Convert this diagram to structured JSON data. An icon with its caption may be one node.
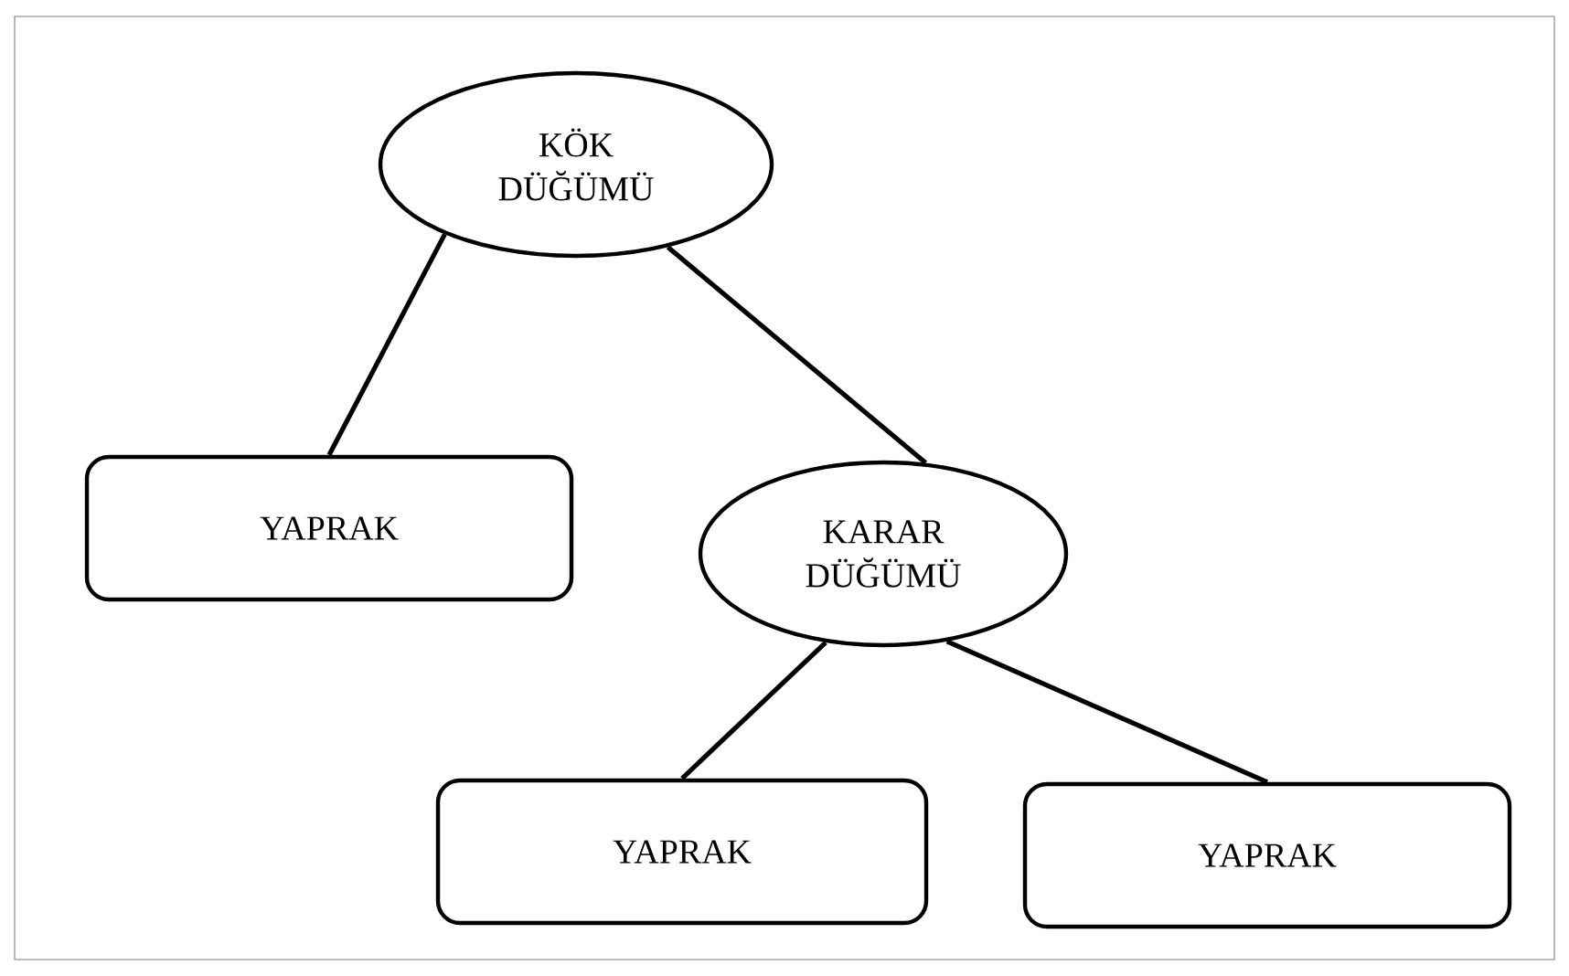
{
  "diagram": {
    "nodes": [
      {
        "text": [
          "KÖK DÜĞÜMÜ"
        ]
      },
      {
        "text": [
          "YAPRAK"
        ]
      },
      {
        "text": [
          "KARAR DÜĞÜMÜ"
        ]
      },
      {
        "text": [
          "YAPRAK"
        ]
      },
      {
        "text": [
          "YAPRAK"
        ]
      }
    ],
    "edges": [
      {
        "from": 0,
        "to": 1,
        "arrow": "none"
      },
      {
        "from": 0,
        "to": 2,
        "arrow": "none"
      },
      {
        "from": 2,
        "to": 3,
        "arrow": "none"
      },
      {
        "from": 2,
        "to": 4,
        "arrow": "none"
      }
    ]
  }
}
